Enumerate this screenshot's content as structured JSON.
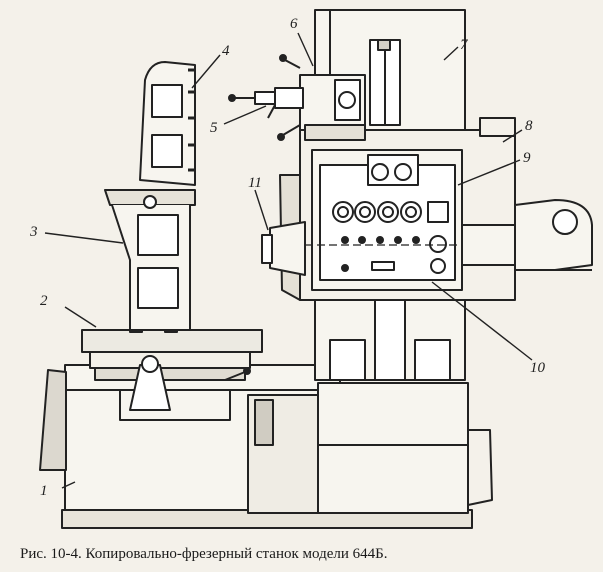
{
  "figure": {
    "caption": "Рис. 10-4. Копировально-фрезерный станок модели 644Б.",
    "callouts": [
      "1",
      "2",
      "3",
      "4",
      "5",
      "6",
      "7",
      "8",
      "9",
      "10",
      "11"
    ]
  },
  "colors": {
    "paper": "#f4f1ea",
    "ink": "#222222",
    "hatch": "#555555"
  }
}
